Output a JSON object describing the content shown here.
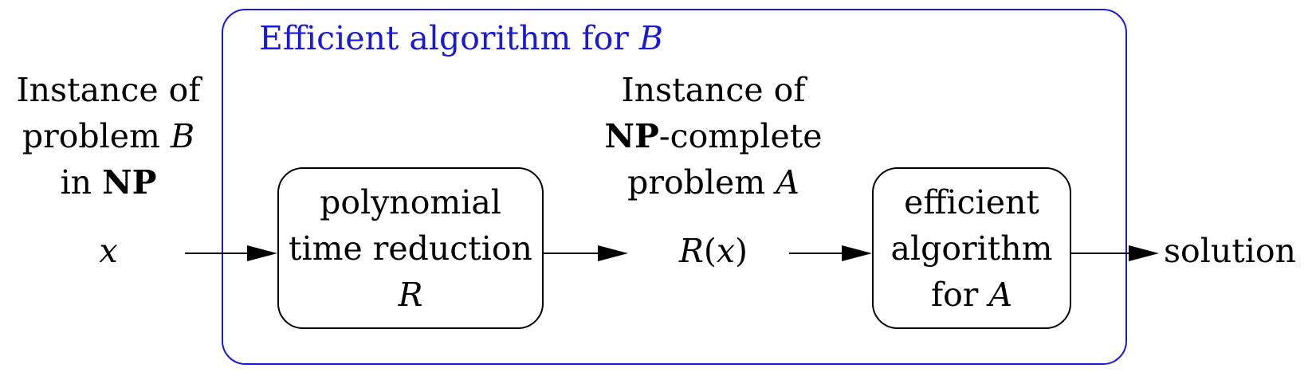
{
  "outer": {
    "title_prefix": "Efficient algorithm for ",
    "title_var": "B",
    "color": "#1a1ad6"
  },
  "input": {
    "line1": "Instance of",
    "line2_text": "problem ",
    "line2_var": "B",
    "line3_text": "in ",
    "line3_bold": "NP",
    "var": "x"
  },
  "reduction": {
    "line1": "polynomial",
    "line2": "time reduction",
    "var": "R"
  },
  "intermediate": {
    "line1": "Instance of",
    "line2_bold": "NP",
    "line2_text": "-complete",
    "line3_text": "problem ",
    "line3_var": "A",
    "fn": "R",
    "open_paren": "(",
    "arg": "x",
    "close_paren": ")"
  },
  "algorithm": {
    "line1": "efficient",
    "line2": "algorithm",
    "line3_text": "for ",
    "line3_var": "A"
  },
  "output": {
    "label": "solution"
  }
}
